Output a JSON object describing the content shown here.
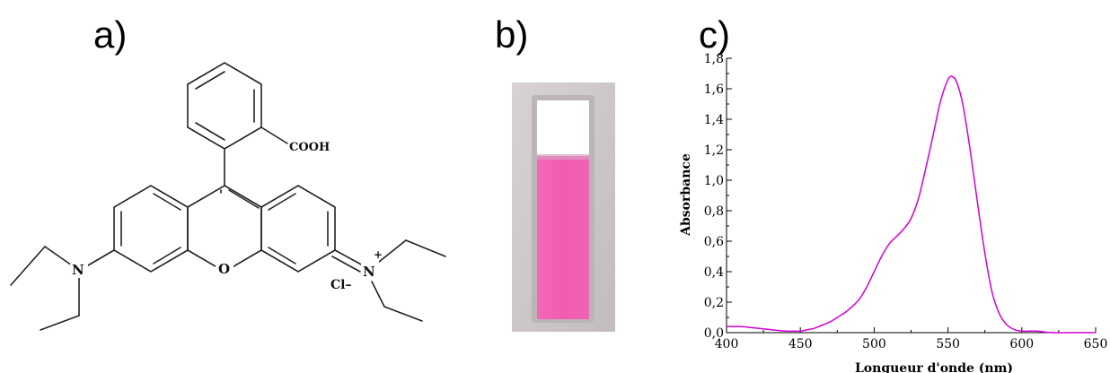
{
  "panels": {
    "a": "a)",
    "b": "b)",
    "c": "c)"
  },
  "molecule": {
    "labels": {
      "cooh": "COOH",
      "n_left": "N",
      "n_right": "N",
      "o": "O",
      "charge": "+",
      "cl": "Cl–"
    },
    "line_color": "#222222"
  },
  "cuvette": {
    "solution_color": "#f25cb0",
    "glass_color": "#ffffff",
    "frame_color": "#c9c3c3"
  },
  "chart_data": {
    "type": "line",
    "title": "",
    "xlabel": "Longueur d'onde (nm)",
    "ylabel": "Absorbance",
    "xlim": [
      400,
      650
    ],
    "ylim": [
      0,
      1.8
    ],
    "xticks": [
      400,
      450,
      500,
      550,
      600,
      650
    ],
    "yticks": [
      0.0,
      0.2,
      0.4,
      0.6,
      0.8,
      1.0,
      1.2,
      1.4,
      1.6,
      1.8
    ],
    "ytick_labels": [
      "0,0",
      "0,2",
      "0,4",
      "0,6",
      "0,8",
      "1,0",
      "1,2",
      "1,4",
      "1,6",
      "1,8"
    ],
    "grid": false,
    "line_color": "#d400d4",
    "series": [
      {
        "x": [
          400,
          410,
          420,
          430,
          440,
          445,
          450,
          455,
          460,
          465,
          470,
          475,
          480,
          485,
          490,
          495,
          500,
          505,
          510,
          515,
          520,
          525,
          530,
          535,
          540,
          545,
          550,
          553,
          556,
          560,
          565,
          570,
          575,
          580,
          585,
          590,
          595,
          600,
          610,
          620,
          630,
          640,
          650
        ],
        "y": [
          0.04,
          0.04,
          0.03,
          0.02,
          0.01,
          0.01,
          0.01,
          0.02,
          0.03,
          0.05,
          0.07,
          0.1,
          0.13,
          0.17,
          0.22,
          0.3,
          0.4,
          0.5,
          0.58,
          0.63,
          0.68,
          0.75,
          0.88,
          1.08,
          1.3,
          1.52,
          1.66,
          1.68,
          1.64,
          1.5,
          1.2,
          0.85,
          0.52,
          0.26,
          0.12,
          0.05,
          0.02,
          0.01,
          0.01,
          0.0,
          0.0,
          0.0,
          0.0
        ]
      }
    ]
  }
}
